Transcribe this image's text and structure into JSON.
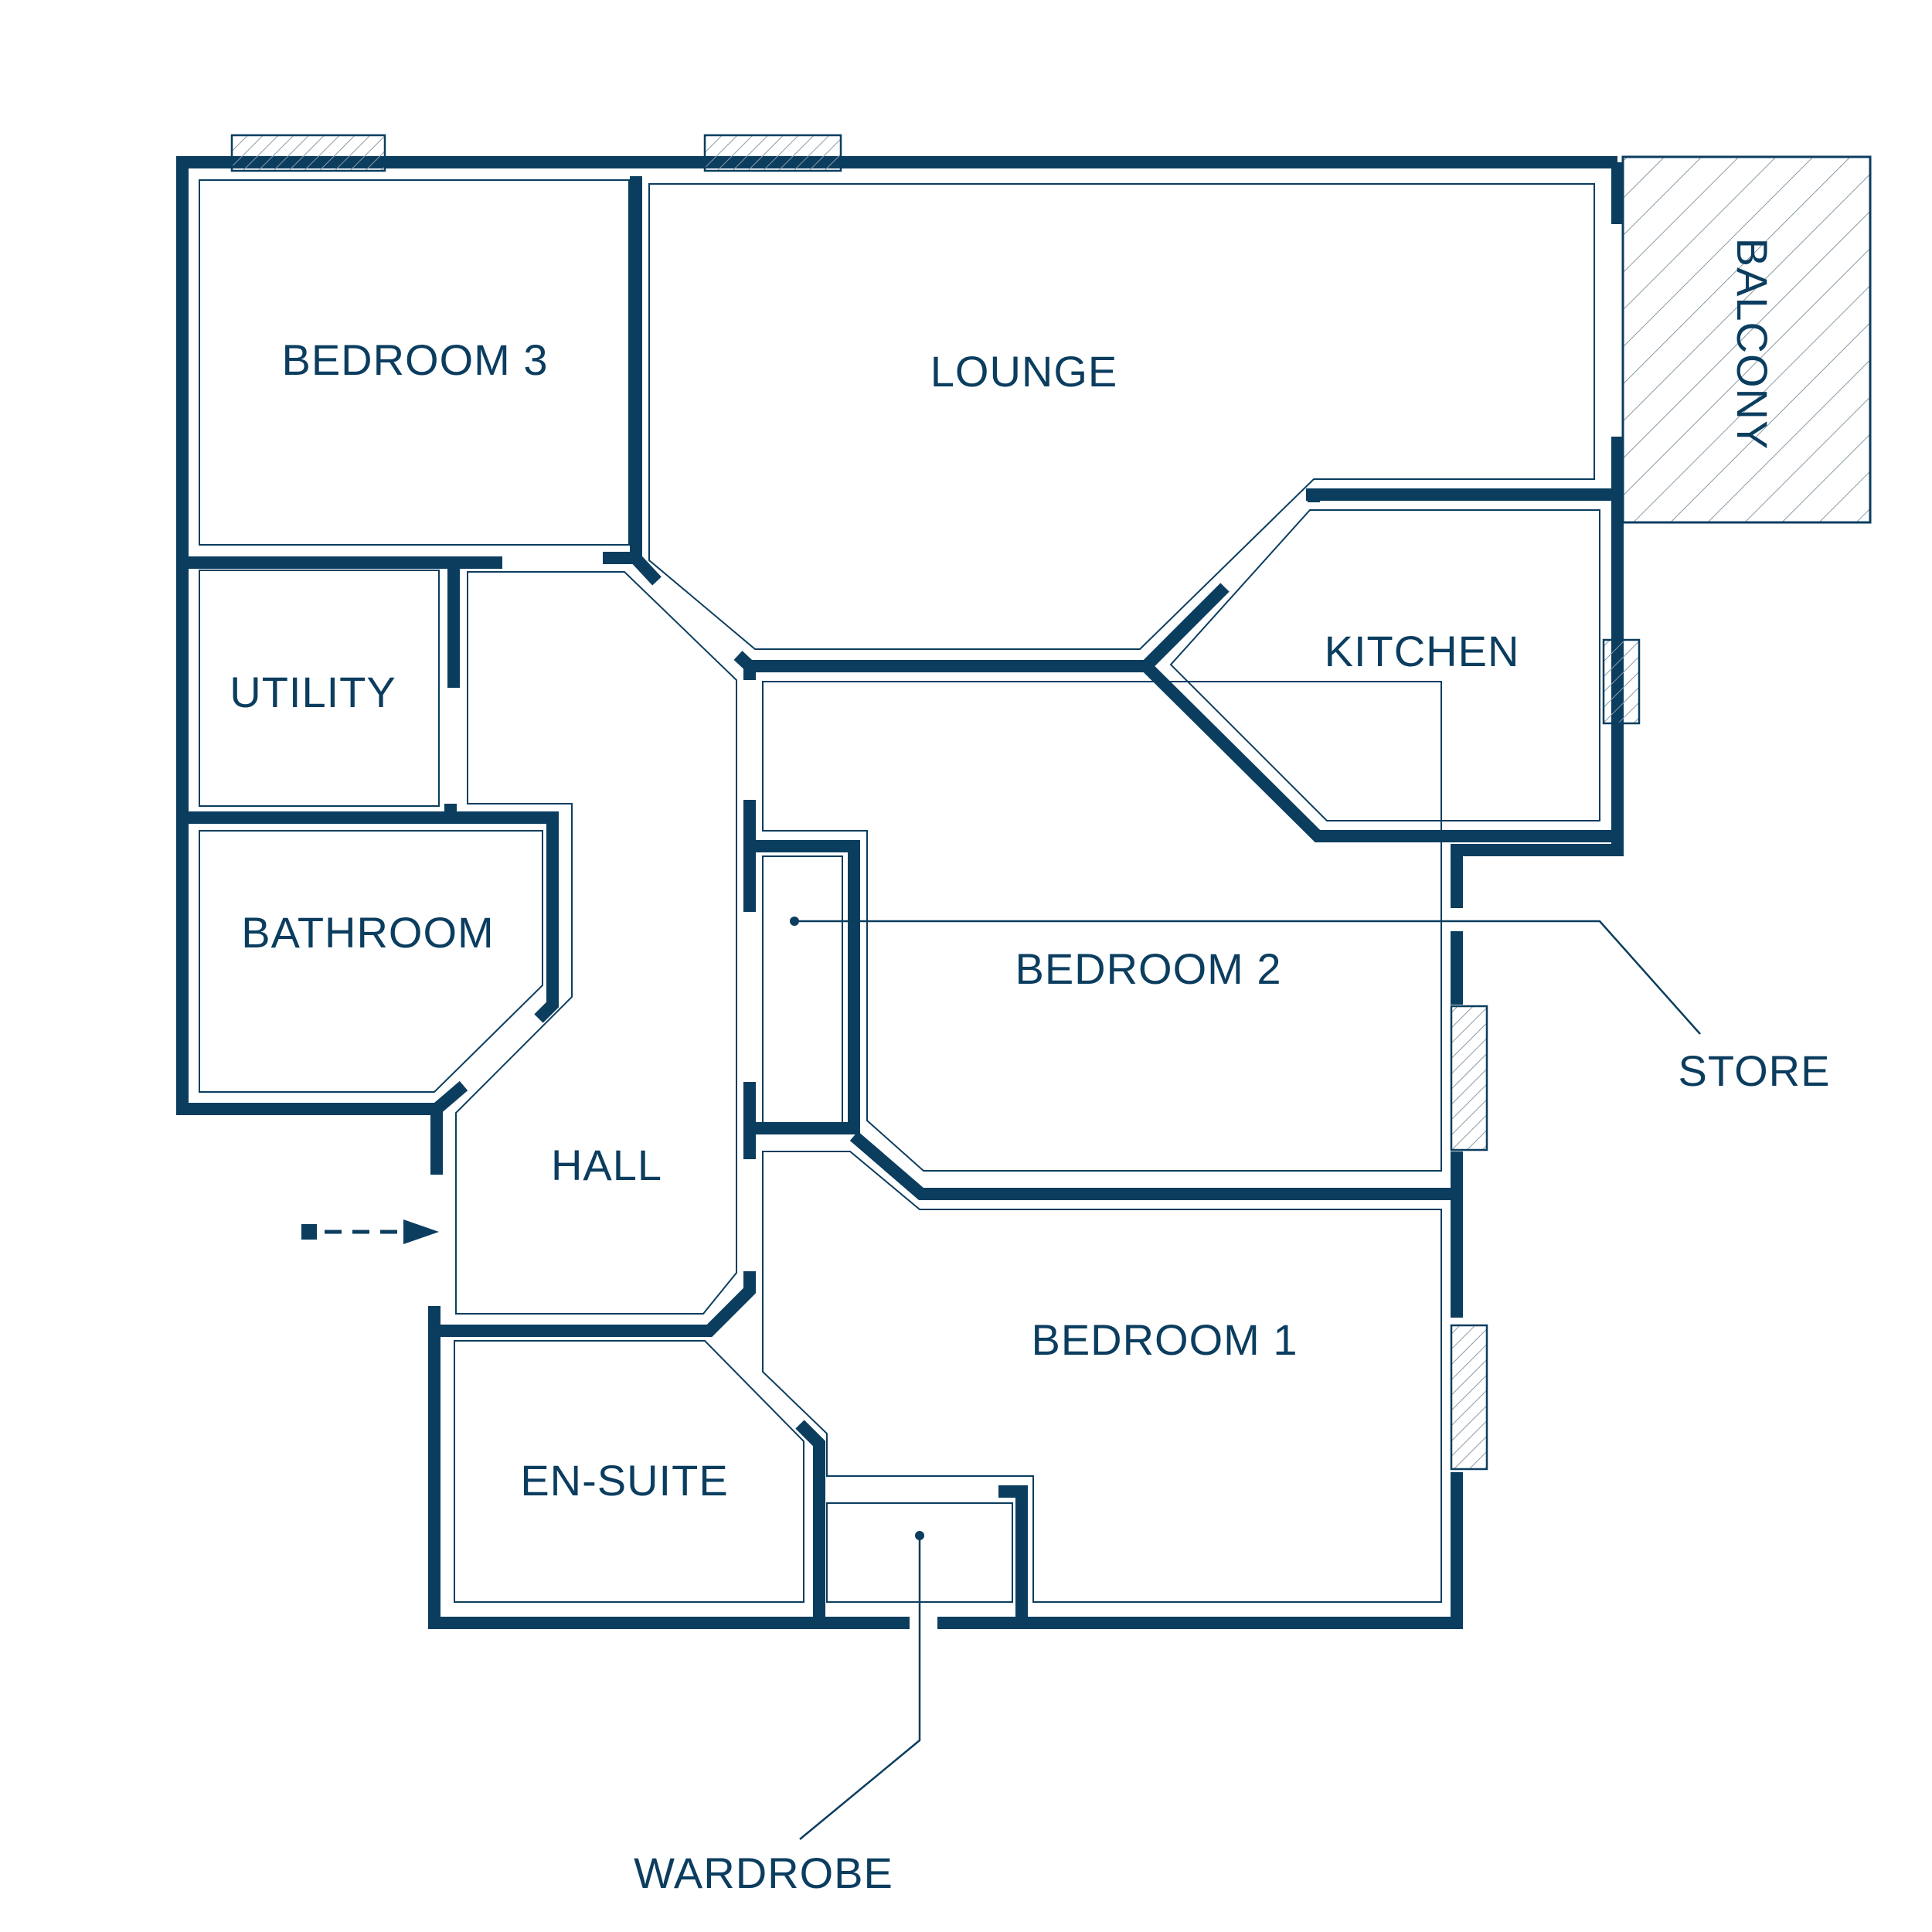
{
  "rooms": {
    "bedroom3": "BEDROOM 3",
    "lounge": "LOUNGE",
    "balcony": "BALCONY",
    "utility": "UTILITY",
    "kitchen": "KITCHEN",
    "bathroom": "BATHROOM",
    "bedroom2": "BEDROOM 2",
    "store": "STORE",
    "hall": "HALL",
    "bedroom1": "BEDROOM 1",
    "ensuite": "EN-SUITE",
    "wardrobe": "WARDROBE"
  },
  "colors": {
    "wall": "#0b3d5f",
    "background": "#ffffff"
  },
  "icons": {
    "entrance": "dashed-arrow-right-icon"
  }
}
